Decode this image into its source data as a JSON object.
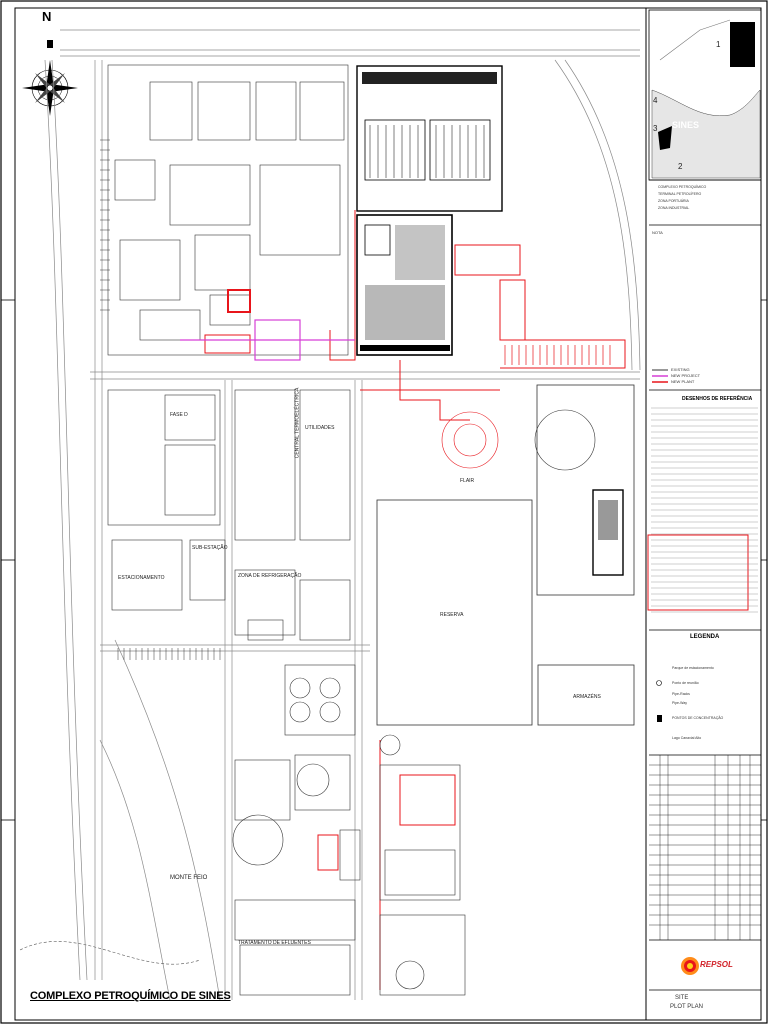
{
  "title": "COMPLEXO PETROQUÍMICO DE SINES",
  "north": "N",
  "keymap": {
    "city_label": "SINES",
    "markers": [
      "1",
      "2",
      "3",
      "4"
    ],
    "legend": [
      "COMPLEXO PETROQUÍMICO",
      "TERMINAL PETROLÍFERO",
      "ZONA PORTUÁRIA",
      "ZONA INDUSTRIAL"
    ]
  },
  "note_label": "NOTA",
  "line_legend": [
    "EXISTING",
    "NEW PROJECT",
    "NEW PLANT"
  ],
  "reference_title": "DESENHOS DE REFERÊNCIA",
  "legend_title": "LEGENDA",
  "legend_items": [
    "Parque de estacionamento",
    "Ponto de reunião",
    "Pipe-Racks",
    "Pipe-Way",
    "PONTOS DE CONCENTRAÇÃO",
    "Lago Canavial Alto"
  ],
  "area_labels": {
    "a1": "FASE D",
    "a2": "CENTRAL TERMOELÉCTRICA",
    "a3": "UTILIDADES",
    "a4": "SUB-ESTAÇÃO",
    "a5": "ZONA DE REFRIGERAÇÃO",
    "a6": "ESTACIONAMENTO",
    "a7": "MONTE FEIO",
    "a8": "TRATAMENTO DE EFLUENTES",
    "a9": "RESERVA",
    "a10": "ARMAZÉNS",
    "a11": "FLAIR"
  },
  "titleblock": {
    "company": "REPSOL",
    "site": "SITE",
    "drawing": "PLOT PLAN"
  },
  "colors": {
    "ink": "#333333",
    "red": "#e8151b",
    "magenta": "#d63fd6",
    "grey": "#8a8a8a"
  }
}
